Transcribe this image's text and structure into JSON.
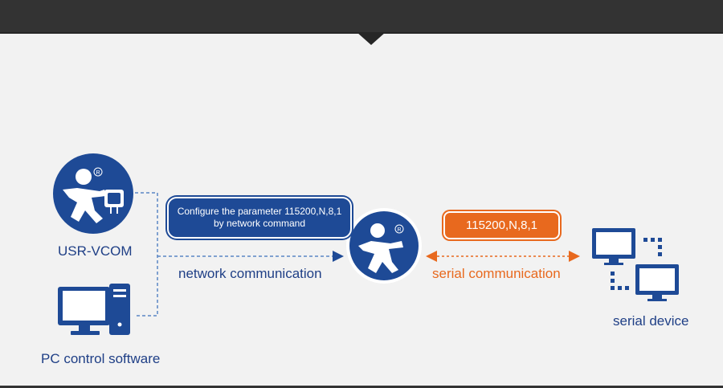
{
  "colors": {
    "blue": "#1e4a96",
    "orange": "#e8691e",
    "dark_bar": "#333333",
    "background": "#f2f2f2"
  },
  "nodes": {
    "usr_vcom": {
      "label": "USR-VCOM",
      "icon": "usr-logo-icon",
      "registered_mark": "®"
    },
    "pc": {
      "label": "PC control software",
      "icon": "desktop-computer-icon"
    },
    "center_device": {
      "icon": "usr-logo-icon",
      "registered_mark": "®"
    },
    "serial_device": {
      "label": "serial device",
      "icon": "networked-monitors-icon"
    }
  },
  "bubbles": {
    "network_config": {
      "line1": "Configure the parameter 115200,N,8,1",
      "line2": "by network command"
    },
    "serial_params": "115200,N,8,1"
  },
  "links": {
    "network": "network communication",
    "serial": "serial communication"
  }
}
